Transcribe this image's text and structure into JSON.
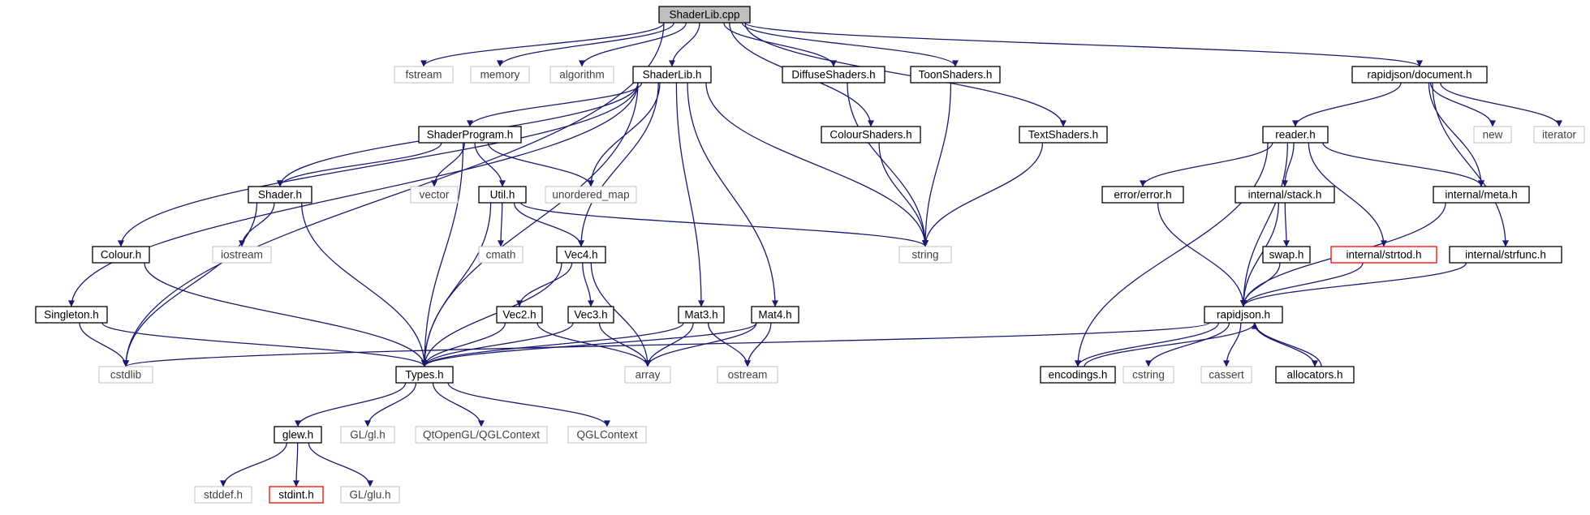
{
  "colors": {
    "edge": "#191970",
    "root_fill": "#bfbfbf",
    "box_fill": "#ffffff",
    "box_border": "#000000",
    "system_border": "#bfbfbf",
    "system_text": "#404040",
    "missing_border": "#ff0000",
    "text": "#000000"
  },
  "nodes": [
    {
      "id": "ShaderLib_cpp",
      "label": "ShaderLib.cpp",
      "kind": "root"
    },
    {
      "id": "fstream",
      "label": "fstream",
      "kind": "system"
    },
    {
      "id": "memory",
      "label": "memory",
      "kind": "system"
    },
    {
      "id": "algorithm",
      "label": "algorithm",
      "kind": "system"
    },
    {
      "id": "ShaderLib_h",
      "label": "ShaderLib.h",
      "kind": "file"
    },
    {
      "id": "DiffuseShaders_h",
      "label": "DiffuseShaders.h",
      "kind": "file"
    },
    {
      "id": "ToonShaders_h",
      "label": "ToonShaders.h",
      "kind": "file"
    },
    {
      "id": "rapidjson_document_h",
      "label": "rapidjson/document.h",
      "kind": "file"
    },
    {
      "id": "ShaderProgram_h",
      "label": "ShaderProgram.h",
      "kind": "file"
    },
    {
      "id": "ColourShaders_h",
      "label": "ColourShaders.h",
      "kind": "file"
    },
    {
      "id": "TextShaders_h",
      "label": "TextShaders.h",
      "kind": "file"
    },
    {
      "id": "reader_h",
      "label": "reader.h",
      "kind": "file"
    },
    {
      "id": "new",
      "label": "new",
      "kind": "system"
    },
    {
      "id": "iterator",
      "label": "iterator",
      "kind": "system"
    },
    {
      "id": "Shader_h",
      "label": "Shader.h",
      "kind": "file"
    },
    {
      "id": "vector",
      "label": "vector",
      "kind": "system"
    },
    {
      "id": "Util_h",
      "label": "Util.h",
      "kind": "file"
    },
    {
      "id": "unordered_map",
      "label": "unordered_map",
      "kind": "system"
    },
    {
      "id": "error_error_h",
      "label": "error/error.h",
      "kind": "file"
    },
    {
      "id": "internal_stack_h",
      "label": "internal/stack.h",
      "kind": "file"
    },
    {
      "id": "internal_meta_h",
      "label": "internal/meta.h",
      "kind": "file"
    },
    {
      "id": "Colour_h",
      "label": "Colour.h",
      "kind": "file"
    },
    {
      "id": "iostream",
      "label": "iostream",
      "kind": "system"
    },
    {
      "id": "cmath",
      "label": "cmath",
      "kind": "system"
    },
    {
      "id": "Vec4_h",
      "label": "Vec4.h",
      "kind": "file"
    },
    {
      "id": "string",
      "label": "string",
      "kind": "system"
    },
    {
      "id": "swap_h",
      "label": "swap.h",
      "kind": "file"
    },
    {
      "id": "internal_strtod_h",
      "label": "internal/strtod.h",
      "kind": "missing"
    },
    {
      "id": "internal_strfunc_h",
      "label": "internal/strfunc.h",
      "kind": "file"
    },
    {
      "id": "Singleton_h",
      "label": "Singleton.h",
      "kind": "file"
    },
    {
      "id": "Vec2_h",
      "label": "Vec2.h",
      "kind": "file"
    },
    {
      "id": "Vec3_h",
      "label": "Vec3.h",
      "kind": "file"
    },
    {
      "id": "Mat3_h",
      "label": "Mat3.h",
      "kind": "file"
    },
    {
      "id": "Mat4_h",
      "label": "Mat4.h",
      "kind": "file"
    },
    {
      "id": "rapidjson_h",
      "label": "rapidjson.h",
      "kind": "file"
    },
    {
      "id": "cstdlib",
      "label": "cstdlib",
      "kind": "system"
    },
    {
      "id": "Types_h",
      "label": "Types.h",
      "kind": "file"
    },
    {
      "id": "array",
      "label": "array",
      "kind": "system"
    },
    {
      "id": "ostream",
      "label": "ostream",
      "kind": "system"
    },
    {
      "id": "encodings_h",
      "label": "encodings.h",
      "kind": "file"
    },
    {
      "id": "cstring",
      "label": "cstring",
      "kind": "system"
    },
    {
      "id": "cassert",
      "label": "cassert",
      "kind": "system"
    },
    {
      "id": "allocators_h",
      "label": "allocators.h",
      "kind": "file"
    },
    {
      "id": "glew_h",
      "label": "glew.h",
      "kind": "file"
    },
    {
      "id": "GL_gl_h",
      "label": "GL/gl.h",
      "kind": "system"
    },
    {
      "id": "QtOpenGL_QGLContext",
      "label": "QtOpenGL/QGLContext",
      "kind": "system"
    },
    {
      "id": "QGLContext",
      "label": "QGLContext",
      "kind": "system"
    },
    {
      "id": "stddef_h",
      "label": "stddef.h",
      "kind": "system"
    },
    {
      "id": "stdint_h",
      "label": "stdint.h",
      "kind": "missing"
    },
    {
      "id": "GL_glu_h",
      "label": "GL/glu.h",
      "kind": "system"
    }
  ],
  "edges": [
    [
      "ShaderLib_cpp",
      "fstream"
    ],
    [
      "ShaderLib_cpp",
      "memory"
    ],
    [
      "ShaderLib_cpp",
      "algorithm"
    ],
    [
      "ShaderLib_cpp",
      "ShaderLib_h"
    ],
    [
      "ShaderLib_cpp",
      "DiffuseShaders_h"
    ],
    [
      "ShaderLib_cpp",
      "ToonShaders_h"
    ],
    [
      "ShaderLib_cpp",
      "rapidjson_document_h"
    ],
    [
      "ShaderLib_cpp",
      "ColourShaders_h"
    ],
    [
      "ShaderLib_cpp",
      "TextShaders_h"
    ],
    [
      "ShaderLib_cpp",
      "cstdlib"
    ],
    [
      "ShaderLib_h",
      "ShaderProgram_h"
    ],
    [
      "ShaderLib_h",
      "Shader_h"
    ],
    [
      "ShaderLib_h",
      "Colour_h"
    ],
    [
      "ShaderLib_h",
      "Singleton_h"
    ],
    [
      "ShaderLib_h",
      "unordered_map"
    ],
    [
      "ShaderLib_h",
      "Vec4_h"
    ],
    [
      "ShaderLib_h",
      "Mat3_h"
    ],
    [
      "ShaderLib_h",
      "Mat4_h"
    ],
    [
      "ShaderLib_h",
      "string"
    ],
    [
      "ShaderLib_h",
      "Types_h"
    ],
    [
      "DiffuseShaders_h",
      "string"
    ],
    [
      "ToonShaders_h",
      "string"
    ],
    [
      "ColourShaders_h",
      "string"
    ],
    [
      "TextShaders_h",
      "string"
    ],
    [
      "ShaderProgram_h",
      "Shader_h"
    ],
    [
      "ShaderProgram_h",
      "vector"
    ],
    [
      "ShaderProgram_h",
      "Util_h"
    ],
    [
      "ShaderProgram_h",
      "unordered_map"
    ],
    [
      "ShaderProgram_h",
      "Types_h"
    ],
    [
      "Shader_h",
      "iostream"
    ],
    [
      "Shader_h",
      "cstdlib"
    ],
    [
      "Shader_h",
      "Types_h"
    ],
    [
      "Util_h",
      "cmath"
    ],
    [
      "Util_h",
      "Vec4_h"
    ],
    [
      "Util_h",
      "string"
    ],
    [
      "Util_h",
      "Types_h"
    ],
    [
      "Colour_h",
      "Types_h"
    ],
    [
      "Singleton_h",
      "cstdlib"
    ],
    [
      "Singleton_h",
      "Types_h"
    ],
    [
      "Vec4_h",
      "Vec2_h"
    ],
    [
      "Vec4_h",
      "Vec3_h"
    ],
    [
      "Vec4_h",
      "array"
    ],
    [
      "Vec4_h",
      "Types_h"
    ],
    [
      "Vec2_h",
      "Types_h"
    ],
    [
      "Vec2_h",
      "array"
    ],
    [
      "Vec3_h",
      "Types_h"
    ],
    [
      "Vec3_h",
      "array"
    ],
    [
      "Mat3_h",
      "Types_h"
    ],
    [
      "Mat3_h",
      "array"
    ],
    [
      "Mat3_h",
      "ostream"
    ],
    [
      "Mat4_h",
      "Types_h"
    ],
    [
      "Mat4_h",
      "array"
    ],
    [
      "Mat4_h",
      "ostream"
    ],
    [
      "Types_h",
      "glew_h"
    ],
    [
      "Types_h",
      "GL_gl_h"
    ],
    [
      "Types_h",
      "QtOpenGL_QGLContext"
    ],
    [
      "Types_h",
      "QGLContext"
    ],
    [
      "glew_h",
      "stddef_h"
    ],
    [
      "glew_h",
      "stdint_h"
    ],
    [
      "glew_h",
      "GL_glu_h"
    ],
    [
      "rapidjson_document_h",
      "reader_h"
    ],
    [
      "rapidjson_document_h",
      "new"
    ],
    [
      "rapidjson_document_h",
      "iterator"
    ],
    [
      "rapidjson_document_h",
      "internal_meta_h"
    ],
    [
      "rapidjson_document_h",
      "internal_strfunc_h"
    ],
    [
      "reader_h",
      "error_error_h"
    ],
    [
      "reader_h",
      "internal_stack_h"
    ],
    [
      "reader_h",
      "internal_meta_h"
    ],
    [
      "reader_h",
      "internal_strtod_h"
    ],
    [
      "reader_h",
      "encodings_h"
    ],
    [
      "reader_h",
      "rapidjson_h"
    ],
    [
      "error_error_h",
      "rapidjson_h"
    ],
    [
      "internal_stack_h",
      "swap_h"
    ],
    [
      "internal_stack_h",
      "rapidjson_h"
    ],
    [
      "swap_h",
      "rapidjson_h"
    ],
    [
      "internal_strtod_h",
      "rapidjson_h"
    ],
    [
      "internal_meta_h",
      "rapidjson_h"
    ],
    [
      "internal_strfunc_h",
      "rapidjson_h"
    ],
    [
      "rapidjson_h",
      "cstdlib"
    ],
    [
      "rapidjson_h",
      "encodings_h"
    ],
    [
      "rapidjson_h",
      "cstring"
    ],
    [
      "rapidjson_h",
      "cassert"
    ],
    [
      "rapidjson_h",
      "allocators_h"
    ],
    [
      "encodings_h",
      "rapidjson_h"
    ],
    [
      "allocators_h",
      "rapidjson_h"
    ]
  ]
}
